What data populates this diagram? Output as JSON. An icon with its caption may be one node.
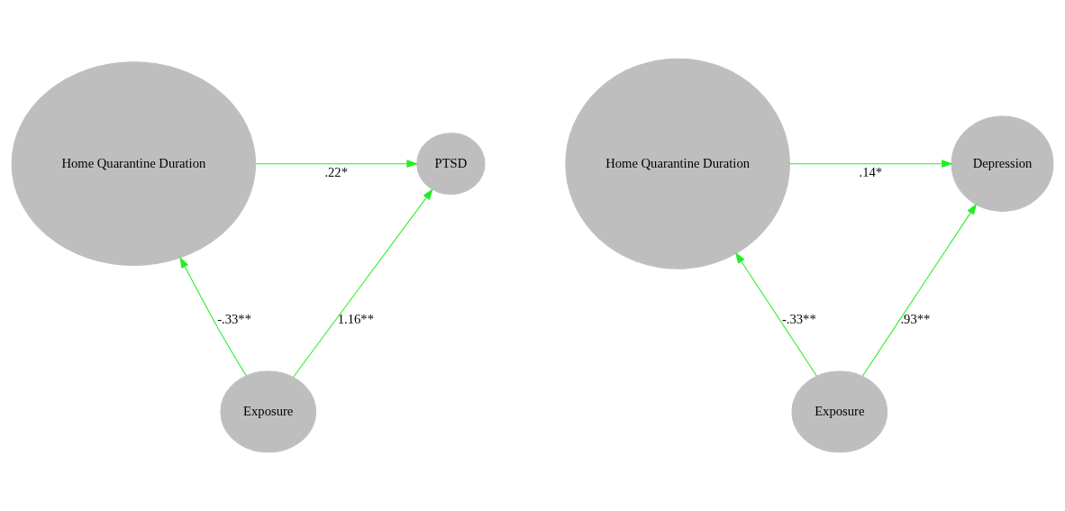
{
  "diagram": {
    "nodes": [
      {
        "text": [
          "Home Quarantine Duration"
        ]
      },
      {
        "text": [
          "PTSD"
        ]
      },
      {
        "text": [
          "Exposure"
        ]
      },
      {
        "text": [
          "Home Quarantine Duration"
        ]
      },
      {
        "text": [
          "Depression"
        ]
      },
      {
        "text": [
          "Exposure"
        ]
      }
    ],
    "edges": [
      {
        "from": 2,
        "to": 0,
        "arrow": "to",
        "label": "-.33**"
      },
      {
        "from": 0,
        "to": 1,
        "arrow": "to",
        "label": ".22*"
      },
      {
        "from": 2,
        "to": 1,
        "arrow": "to",
        "label": "1.16**"
      },
      {
        "from": 5,
        "to": 3,
        "arrow": "to",
        "label": "-.33**"
      },
      {
        "from": 3,
        "to": 4,
        "arrow": "to",
        "label": ".14*"
      },
      {
        "from": 5,
        "to": 4,
        "arrow": "to",
        "label": ".93**"
      }
    ]
  }
}
